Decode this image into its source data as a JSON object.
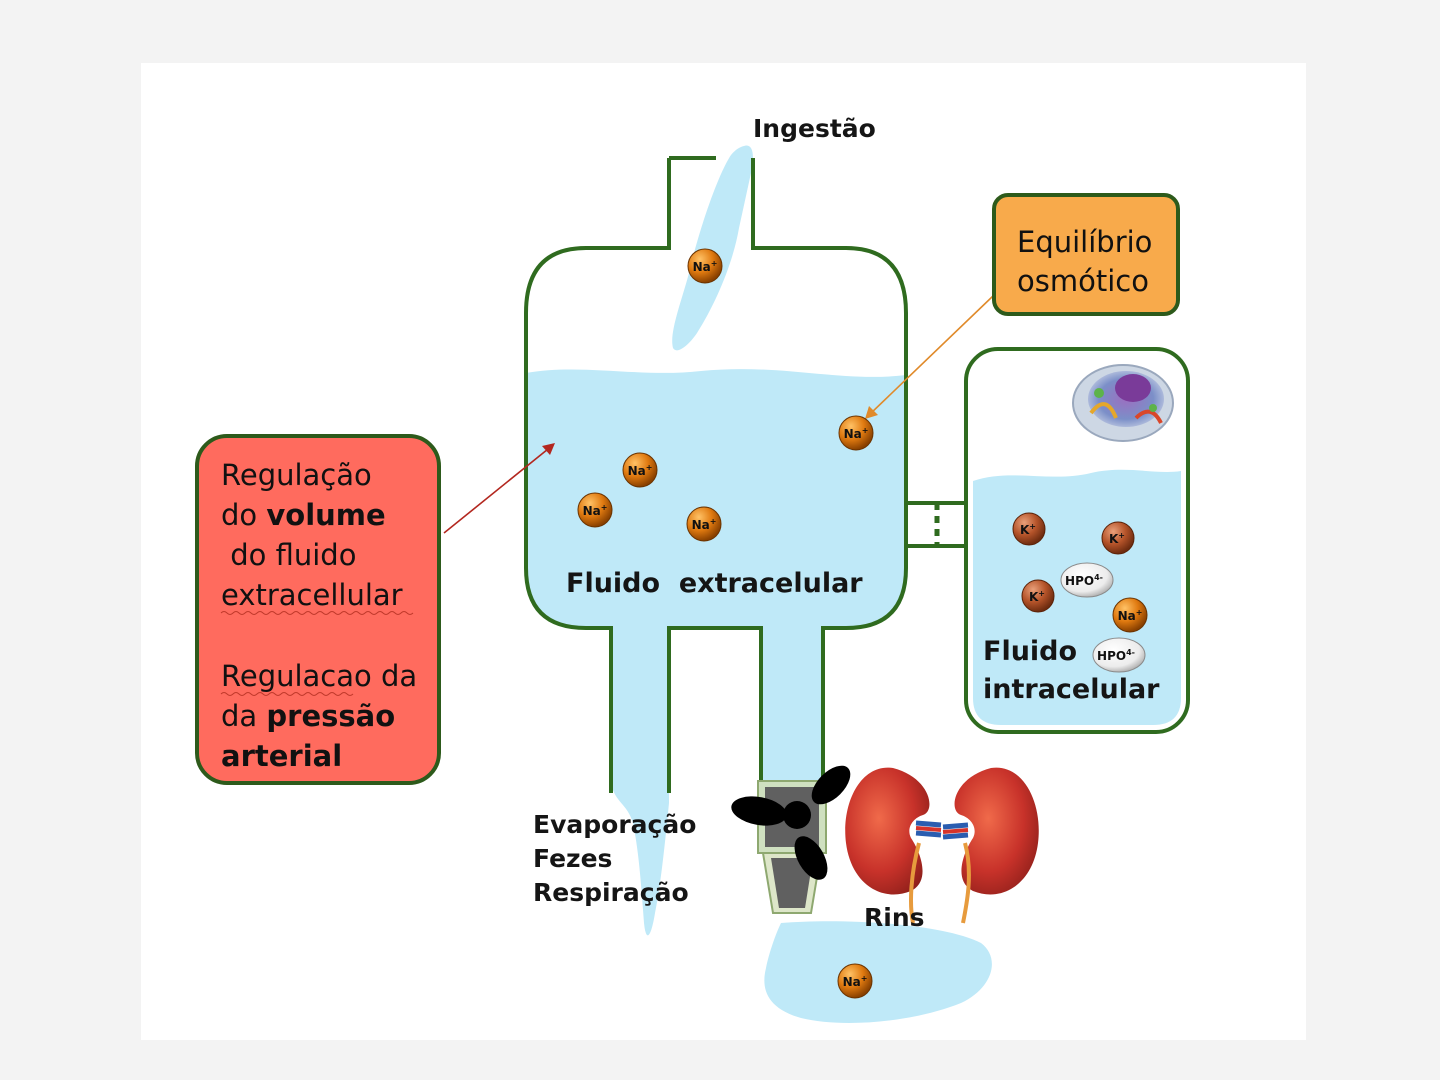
{
  "labels": {
    "ingestao": "Ingestão",
    "fluido_extracelular": "Fluido  extracelular",
    "fluido_intracelular_1": "Fluido",
    "fluido_intracelular_2": "intracelular",
    "saidas": [
      "Evaporação",
      "Fezes",
      "Respiração"
    ],
    "rins": "Rins"
  },
  "equilibrio_box": {
    "line1": "Equilíbrio",
    "line2": "osmótico"
  },
  "regulacao_box": {
    "l1": "Regulação",
    "l2_prefix": "do ",
    "l2_bold": "volume",
    "l3": " do fluido",
    "l4": "extracellular",
    "l5": "Regulacao da",
    "l6_prefix": "da ",
    "l6_bold": "pressão",
    "l7_bold": "arterial"
  },
  "ions": {
    "na": "Na",
    "k": "K",
    "plus": "+",
    "hpo": "HPO",
    "hpo_charge": "4-"
  },
  "colors": {
    "fluid": "#bfe9f8",
    "container_stroke": "#2f6b1f",
    "na_ion": "#e07a10",
    "k_ion": "#b5542a",
    "hpo_ion": "#f0f0f0",
    "equilibrio_fill": "#f8aa4b",
    "regulacao_fill": "#ff6b5e",
    "box_border": "#2d5a1b"
  }
}
